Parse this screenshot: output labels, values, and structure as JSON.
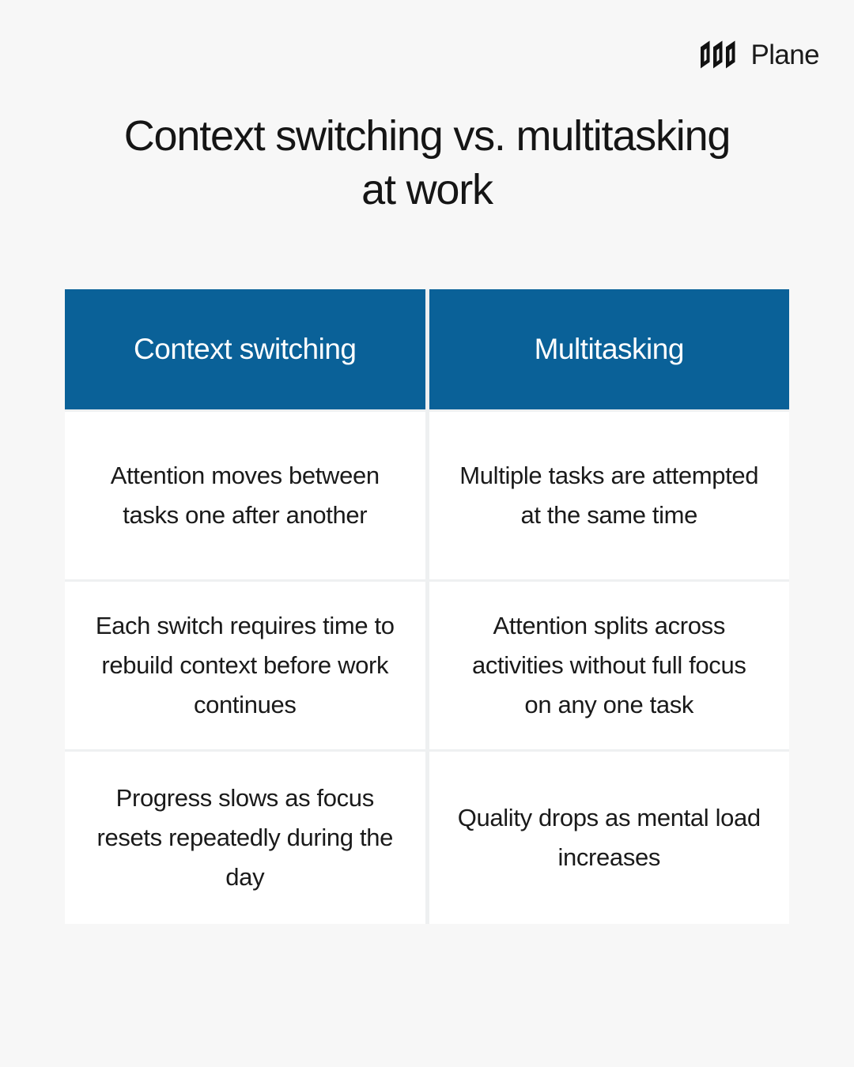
{
  "brand": {
    "name": "Plane",
    "logo_icon": "plane-logo-icon"
  },
  "title": "Context switching vs. multitasking at work",
  "colors": {
    "background": "#f7f7f7",
    "header_blue": "#0a6198",
    "header_text": "#ffffff",
    "cell_background": "#ffffff",
    "cell_text": "#1a1a1a",
    "title_text": "#151515",
    "divider": "#eef0f1"
  },
  "table": {
    "columns": [
      "Context switching",
      "Multitasking"
    ],
    "rows": [
      [
        "Attention moves between tasks one after another",
        "Multiple tasks are attempted at the same time"
      ],
      [
        "Each switch requires time to rebuild context before work continues",
        "Attention splits across activities without full focus on any one task"
      ],
      [
        "Progress slows as focus resets repeatedly during the day",
        "Quality drops as mental load increases"
      ]
    ]
  }
}
